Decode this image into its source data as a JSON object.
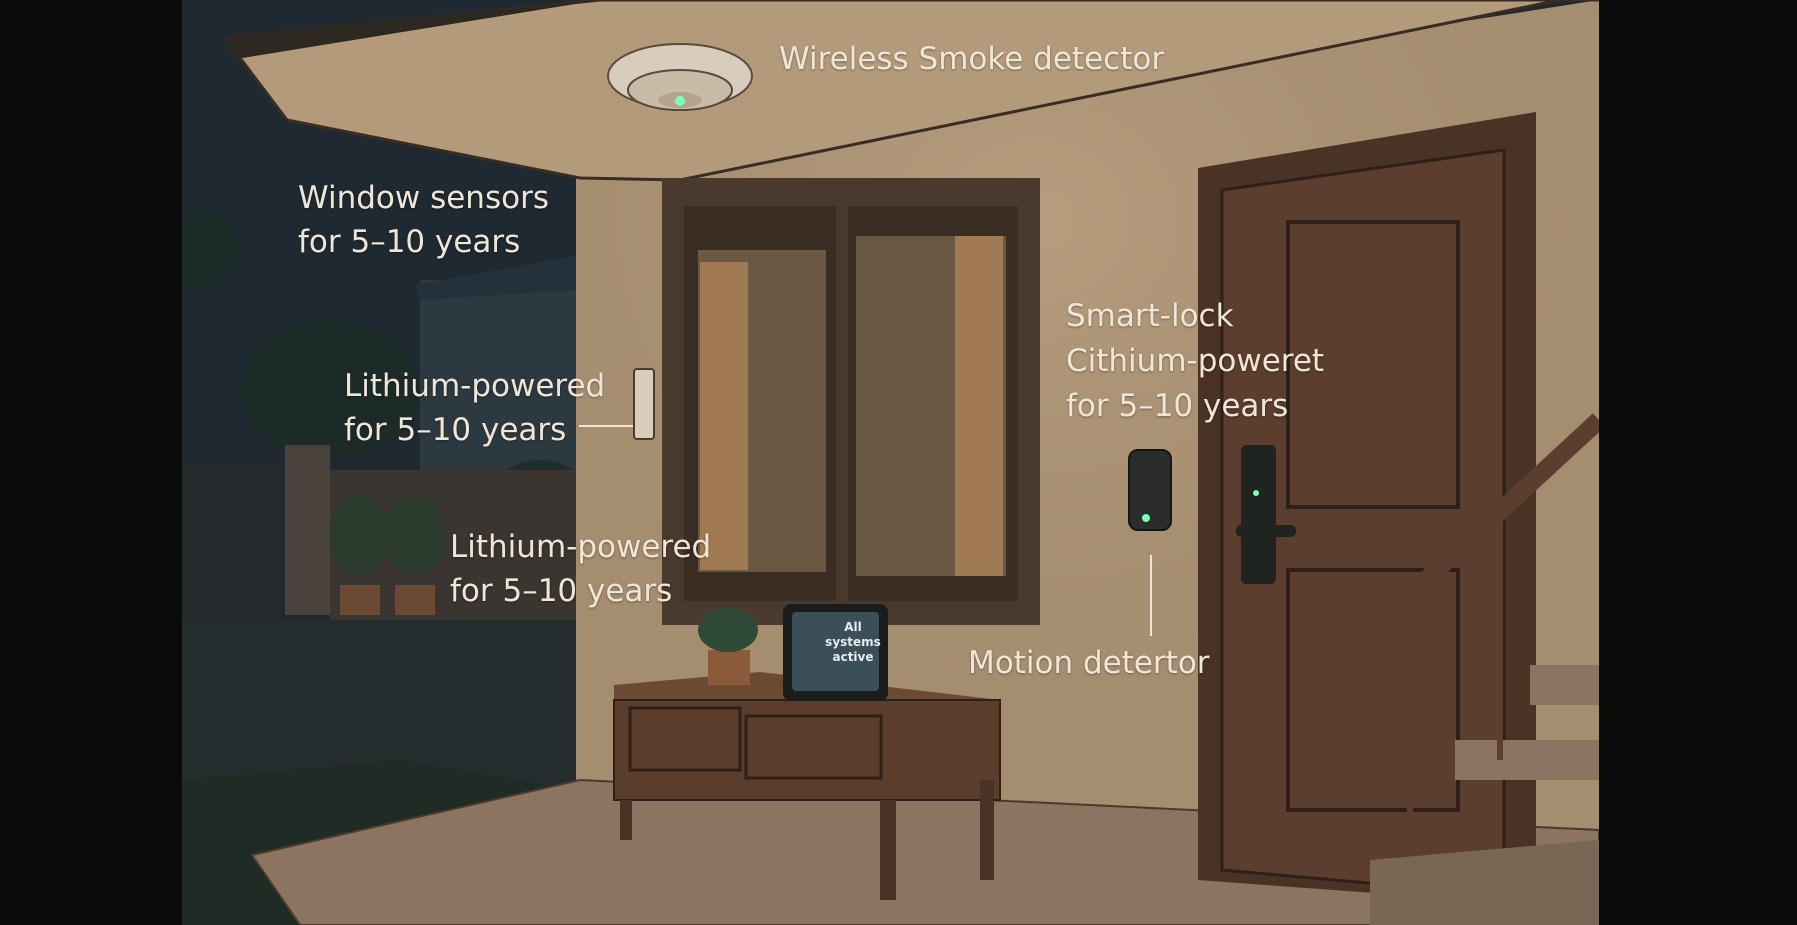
{
  "labels": {
    "smoke_detector": "Wireless Smoke detector",
    "window_sensors": [
      "Window sensors",
      "for 5–10 years"
    ],
    "window_sensor_battery": [
      "Lithium-powered",
      "for 5–10 years"
    ],
    "tablet_battery": [
      "Lithium-powered",
      "for 5–10 years"
    ],
    "smart_lock": [
      "Smart-lock",
      "Cithium-poweret",
      "for 5–10 years"
    ],
    "motion_detector": "Motion detertor"
  },
  "tablet_screen": [
    "All",
    "systems",
    "active"
  ],
  "colors": {
    "sky": "#1e2932",
    "wall": "#a58d70",
    "door": "#5b3e2d",
    "indicator_led": "#7dffb0",
    "label_text": "#efe6d6"
  }
}
